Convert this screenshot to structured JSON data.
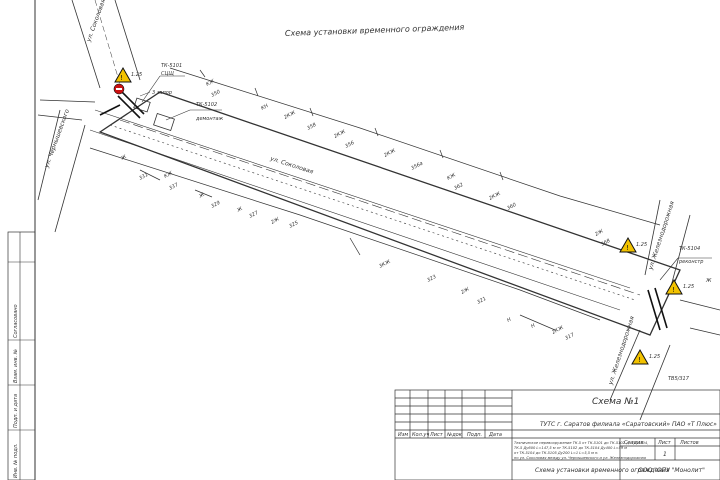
{
  "scheme_title": "Схема установки временного ограждения",
  "streets": {
    "top_left": "ул. Соколовая",
    "left": "ул. Чернышевского",
    "main": "ул. Соколовая",
    "right_upper": "ул. Железнодорожная",
    "right_lower": "ул. Железнодорожная"
  },
  "callouts": {
    "tk1_code": "ТК-5101",
    "tk1_desc": "СЦЩ",
    "tk2_code": "ТК-5102",
    "tk2_desc": "демонтаж",
    "tk3_code": "ТК-5104",
    "tk3_desc": "реконстр",
    "zapor": "3 запор"
  },
  "sign_labels": [
    "1.25",
    "1.25",
    "1.25",
    "1.25"
  ],
  "buildings_upper": [
    "КЖ",
    "350",
    "КН",
    "2КЖ",
    "358",
    "2КЖ",
    "356",
    "2КЖ",
    "356а",
    "КЖ",
    "362",
    "2КЖ",
    "360",
    "2Ж",
    "368"
  ],
  "buildings_lower": [
    "Ж",
    "331",
    "КЖ",
    "337",
    "Ж",
    "329",
    "Ж",
    "327",
    "2Ж",
    "325",
    "3КЖ",
    "323",
    "2Ж",
    "321",
    "Н",
    "Н",
    "2КЖ",
    "317"
  ],
  "buildings_right": [
    "ТВ5/317",
    "Ж"
  ],
  "side_stamp": [
    "Согласовано",
    "Взам. инв. №",
    "Подп. и дата",
    "Инв. № подл."
  ],
  "title_block": {
    "scheme_no": "Схема №1",
    "project": "ТУТС г. Саратов филиала «Саратовский» ПАО «Т Плюс»",
    "headers": [
      "Изм",
      "Кол.уч",
      "Лист",
      "№док",
      "Подп.",
      "Дата"
    ],
    "note_lines": [
      "Техническое перевооружение ТК-5 от ТК-5101 до ТК-5102 до ТК-5104,",
      "ТК-5 Ду600 L=147,5 м от ТК-5102 до ТК-5104 Ду400 L=59 м",
      "от ТК-5104 до ТК-5105 Ду200 L=1 L=5,5 м п.",
      "по ул. Соколовая между ул. Чернышевского и ул. Железнодорожная"
    ],
    "stage_header": "Стадия",
    "sheet_header": "Лист",
    "sheets_header": "Листов",
    "sheet_value": "1",
    "drawing_name": "Схема установки временного ограждения",
    "org": "ООО \"ОПУ \"Монолит\""
  }
}
